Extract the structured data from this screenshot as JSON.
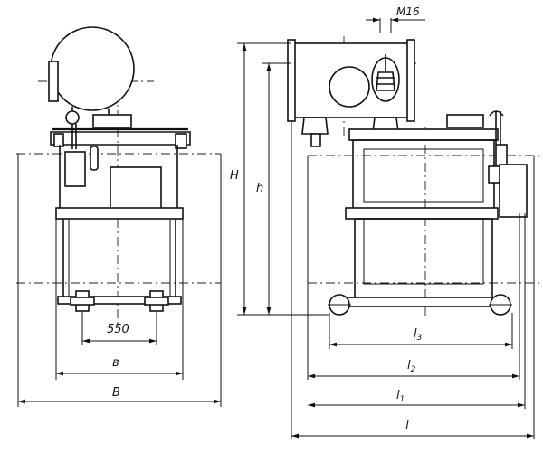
{
  "labels": {
    "dim_550": "550",
    "dim_b": "в",
    "dim_B": "B",
    "dim_H": "H",
    "dim_h": "h",
    "dim_M16": "M16",
    "dim_l3_base": "l",
    "dim_l3_sub": "3",
    "dim_l2_base": "l",
    "dim_l2_sub": "2",
    "dim_l1_base": "l",
    "dim_l1_sub": "1",
    "dim_l": "l"
  }
}
